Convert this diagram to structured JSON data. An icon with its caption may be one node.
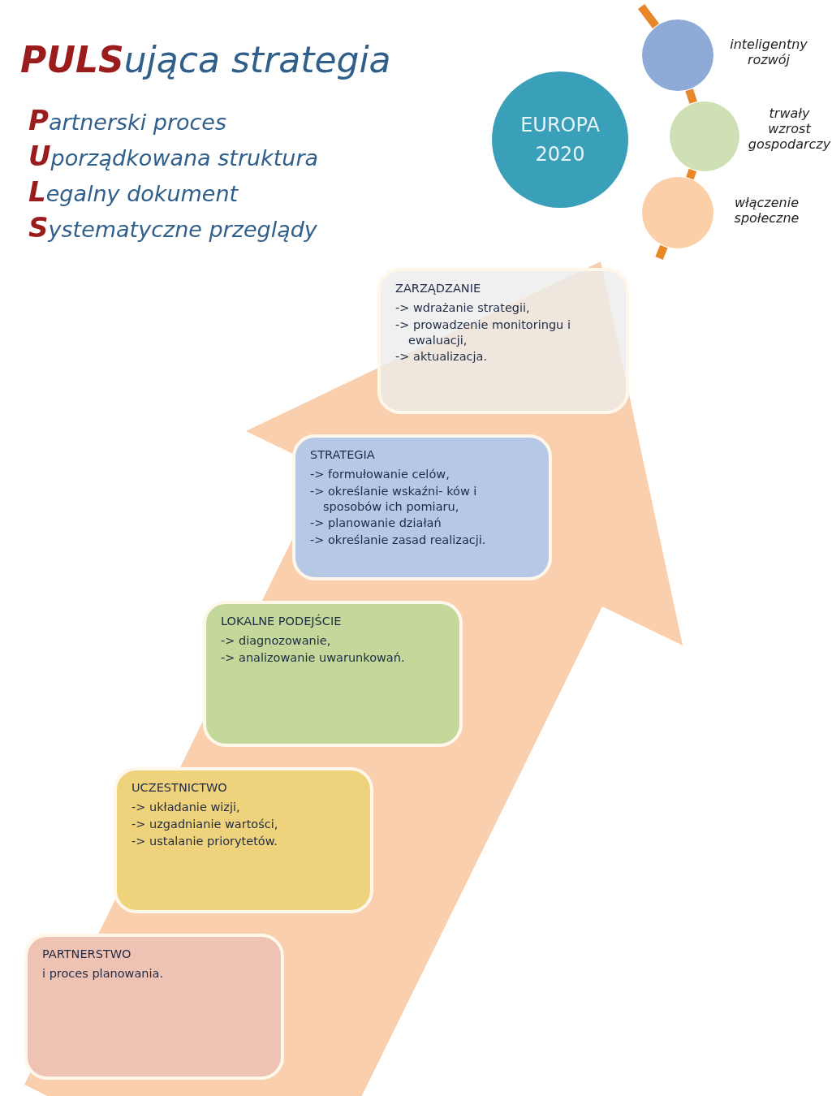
{
  "diagram": {
    "title": "**PULS**ująca strategia",
    "nodes": [
      {
        "text": [],
        "shape": "arrow"
      },
      {
        "text": [
          "PARTNERSTWO",
          "i proces planowania."
        ],
        "in": 0
      },
      {
        "text": [
          "UCZESTNICTWO",
          "-> układanie wizji,",
          "-> uzgadnianie wartości,",
          "-> ustalanie priorytetów."
        ],
        "in": 0
      },
      {
        "text": [
          "LOKALNE PODEJŚCIE",
          "-> diagnozowanie,",
          "-> analizowanie uwarunkowań."
        ],
        "in": 0
      },
      {
        "text": [
          "STRATEGIA",
          "-> formułowanie celów,",
          "-> określanie wskaźni- ków i sposobów ich pomiaru,",
          "-> planowanie działań",
          "-> określanie zasad realizacji."
        ],
        "in": 0
      },
      {
        "text": [
          "ZARZĄDZANIE",
          "-> wdrażanie strategii,",
          "-> prowadzenie monitoringu i ewaluacji,",
          "-> aktualizacja."
        ],
        "in": 0
      },
      {
        "text": [
          "EUROPA 2020"
        ]
      },
      {
        "text": [],
        "shape": "circle",
        "beside": [
          "inteligentny rozwój"
        ]
      },
      {
        "text": [],
        "shape": "circle",
        "beside": [
          "trwały wzrost gospodarczy"
        ]
      },
      {
        "text": [],
        "shape": "circle",
        "beside": [
          "włączenie społeczne"
        ]
      }
    ],
    "edges": [
      {
        "from": null,
        "to": 7,
        "arrow": "none"
      },
      {
        "from": 7,
        "to": 8,
        "arrow": "none"
      },
      {
        "from": 8,
        "to": 9,
        "arrow": "none"
      },
      {
        "from": 9,
        "to": null,
        "arrow": "none"
      }
    ],
    "labels": [
      "**P**artnerski proces",
      "**U**porządkowana struktura",
      "**L**egalny dokument",
      "**S**ystematyczne przeglądy"
    ]
  }
}
